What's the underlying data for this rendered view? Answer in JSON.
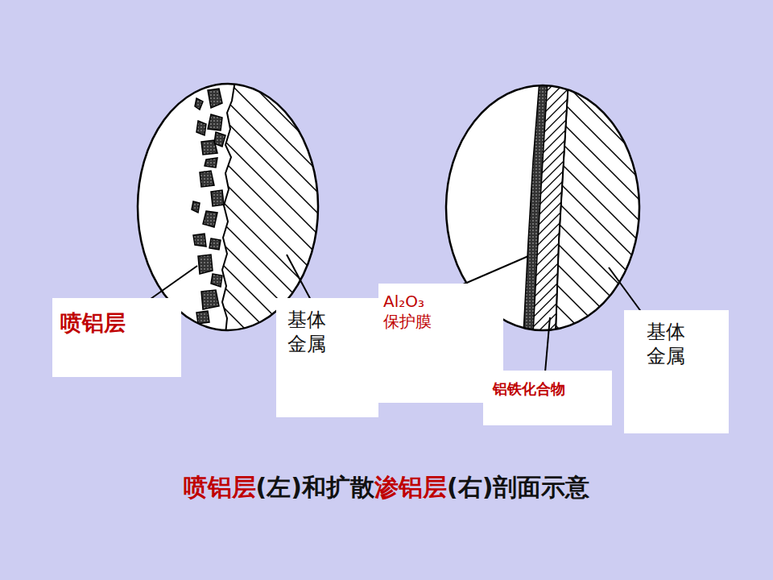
{
  "diagram": {
    "caption": "喷铝层(左)和扩散渗铝层(右)剖面示意",
    "nodes": [
      {
        "text": [
          "喷铝层"
        ]
      },
      {
        "text": [
          "基体 金属"
        ]
      },
      {
        "text": [
          "Al₂O₃ 保护膜"
        ]
      },
      {
        "text": [
          "铝铁化合物"
        ]
      },
      {
        "text": [
          "基体 金属"
        ]
      }
    ]
  }
}
